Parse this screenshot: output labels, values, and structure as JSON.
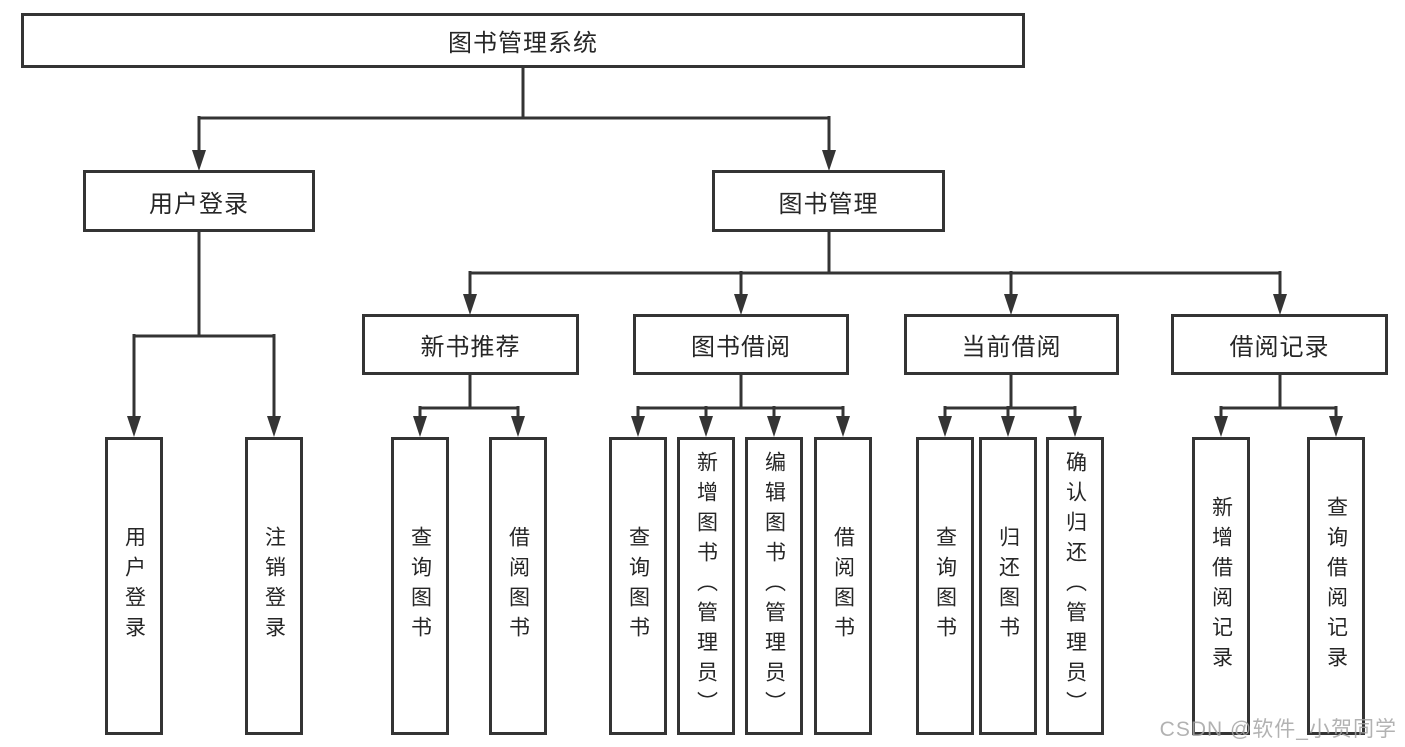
{
  "diagram": {
    "title": "图书管理系统",
    "watermark": "CSDN @软件_小贺同学",
    "colors": {
      "line": "#343434",
      "text": "#262626",
      "watermark": "#a5a5a5",
      "background": "#ffffff"
    },
    "branches": {
      "user_login": {
        "label": "用户登录",
        "children": [
          {
            "label": "用户登录"
          },
          {
            "label": "注销登录"
          }
        ]
      },
      "book_management": {
        "label": "图书管理",
        "sections": [
          {
            "label": "新书推荐",
            "children": [
              {
                "label": "查询图书"
              },
              {
                "label": "借阅图书"
              }
            ]
          },
          {
            "label": "图书借阅",
            "children": [
              {
                "label": "查询图书"
              },
              {
                "label": "新增图书（管理员）"
              },
              {
                "label": "编辑图书（管理员）"
              },
              {
                "label": "借阅图书"
              }
            ]
          },
          {
            "label": "当前借阅",
            "children": [
              {
                "label": "查询图书"
              },
              {
                "label": "归还图书"
              },
              {
                "label": "确认归还（管理员）"
              }
            ]
          },
          {
            "label": "借阅记录",
            "children": [
              {
                "label": "新增借阅记录"
              },
              {
                "label": "查询借阅记录"
              }
            ]
          }
        ]
      }
    }
  }
}
